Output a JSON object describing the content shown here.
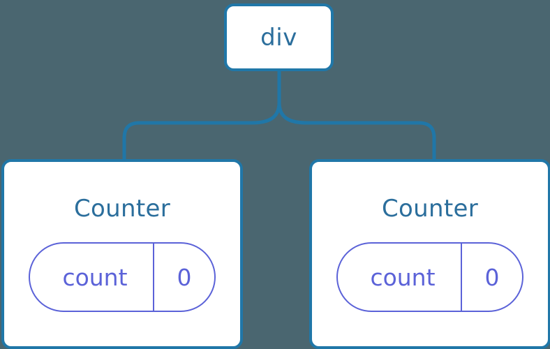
{
  "diagram": {
    "type": "component-tree",
    "background_color": "#4a6670",
    "node_border_color": "#2077a8",
    "node_fill_color": "#ffffff",
    "node_label_color": "#2b6e9c",
    "state_accent_color": "#5b62d8",
    "connector_color": "#2077a8",
    "root": {
      "label": "div"
    },
    "children": [
      {
        "label": "Counter",
        "state": {
          "key": "count",
          "value": "0"
        }
      },
      {
        "label": "Counter",
        "state": {
          "key": "count",
          "value": "0"
        }
      }
    ]
  }
}
